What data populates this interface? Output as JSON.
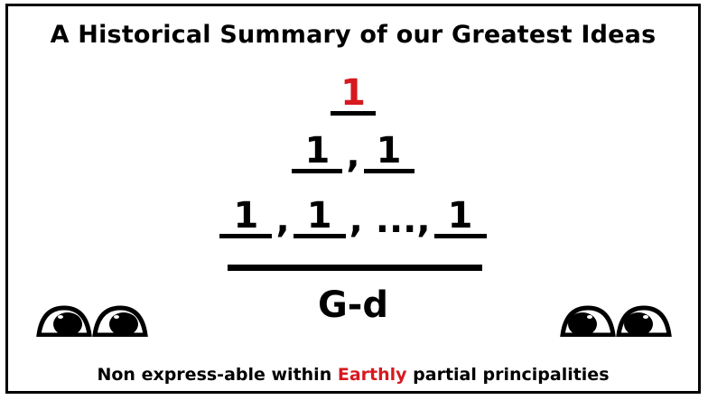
{
  "title": "A Historical Summary of our Greatest Ideas",
  "numerator": {
    "row1": [
      "1"
    ],
    "row2": [
      "1",
      ",",
      "1"
    ],
    "row3": [
      "1",
      ",",
      "1",
      ", ..., ",
      "1"
    ]
  },
  "denominator": "G-d",
  "footer": {
    "before": "Non express-able within ",
    "highlight": "Earthly",
    "after": " partial principalities"
  },
  "colors": {
    "accent": "#d71920",
    "text": "#000000",
    "background": "#ffffff"
  },
  "icons": {
    "left": "eyes-looking-right-icon",
    "right": "eyes-looking-left-icon"
  }
}
